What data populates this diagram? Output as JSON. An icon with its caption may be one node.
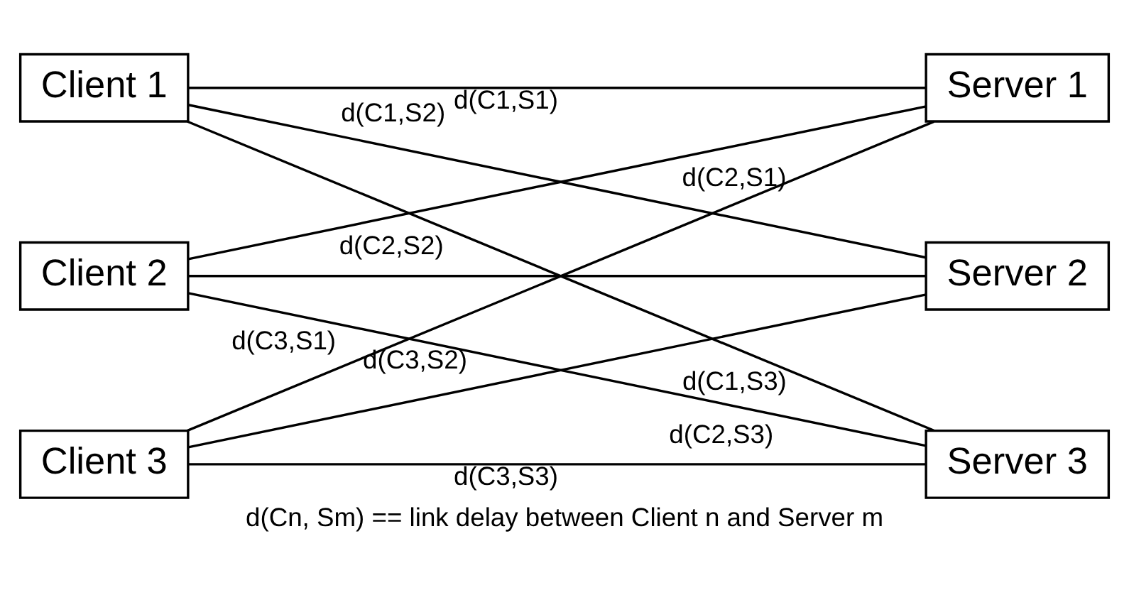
{
  "diagram": {
    "caption": "d(Cn, Sm) == link delay between Client n and Server m",
    "nodes": [
      {
        "text": [
          "Client 1"
        ]
      },
      {
        "text": [
          "Server 1"
        ]
      },
      {
        "text": [
          "Client 2"
        ]
      },
      {
        "text": [
          "Server 2"
        ]
      },
      {
        "text": [
          "Client 3"
        ]
      },
      {
        "text": [
          "Server 3"
        ]
      }
    ],
    "edges": [
      {
        "from": 0,
        "to": 1,
        "arrow": "none",
        "label": "d(C1,S1)"
      },
      {
        "from": 0,
        "to": 3,
        "arrow": "none",
        "label": "d(C1,S2)"
      },
      {
        "from": 0,
        "to": 5,
        "arrow": "none",
        "label": "d(C1,S3)"
      },
      {
        "from": 2,
        "to": 1,
        "arrow": "none",
        "label": "d(C2,S1)"
      },
      {
        "from": 2,
        "to": 3,
        "arrow": "none",
        "label": "d(C2,S2)"
      },
      {
        "from": 2,
        "to": 5,
        "arrow": "none",
        "label": "d(C2,S3)"
      },
      {
        "from": 4,
        "to": 1,
        "arrow": "none",
        "label": "d(C3,S1)"
      },
      {
        "from": 4,
        "to": 3,
        "arrow": "none",
        "label": "d(C3,S2)"
      },
      {
        "from": 4,
        "to": 5,
        "arrow": "none",
        "label": "d(C3,S3)"
      }
    ]
  }
}
